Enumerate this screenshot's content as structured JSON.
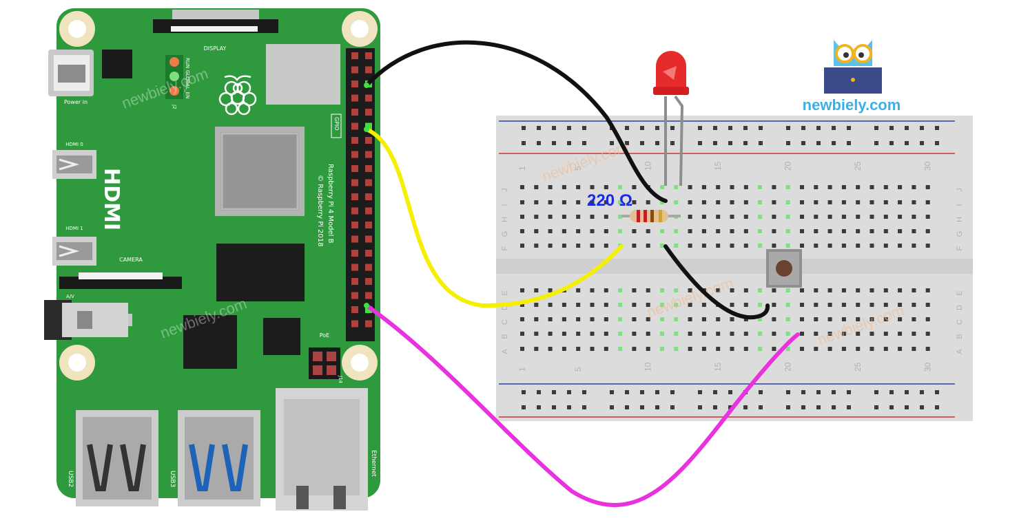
{
  "board": {
    "power_label": "Power in",
    "display_label": "DISPLAY",
    "hdmi_big": "HDMI",
    "hdmi0": "HDMI 0",
    "hdmi1": "HDMI 1",
    "camera": "CAMERA",
    "av": "A/V",
    "gpio": "GPIO",
    "model_line1": "Raspberry Pi 4 Model B",
    "model_line2": "© Raspberry Pi 2018",
    "poe": "PoE",
    "usb2": "USB2",
    "usb3": "USB3",
    "ethernet": "Ethernet",
    "j2": "J2",
    "run": "RUN",
    "global_en": "GLOBAL_EN",
    "j14": "J14"
  },
  "breadboard": {
    "col_numbers": [
      "1",
      "5",
      "10",
      "15",
      "20",
      "25",
      "30"
    ],
    "top_rows": [
      "J",
      "I",
      "H",
      "G",
      "F"
    ],
    "bottom_rows": [
      "E",
      "D",
      "C",
      "B",
      "A"
    ]
  },
  "components": {
    "resistor_label": "220 Ω"
  },
  "brand": {
    "logo_text": "newbiely.com",
    "watermark": "newbiely.com"
  },
  "wires": {
    "gnd_color": "#111111",
    "signal_color": "#f5ef00",
    "button_color": "#e832e0"
  }
}
